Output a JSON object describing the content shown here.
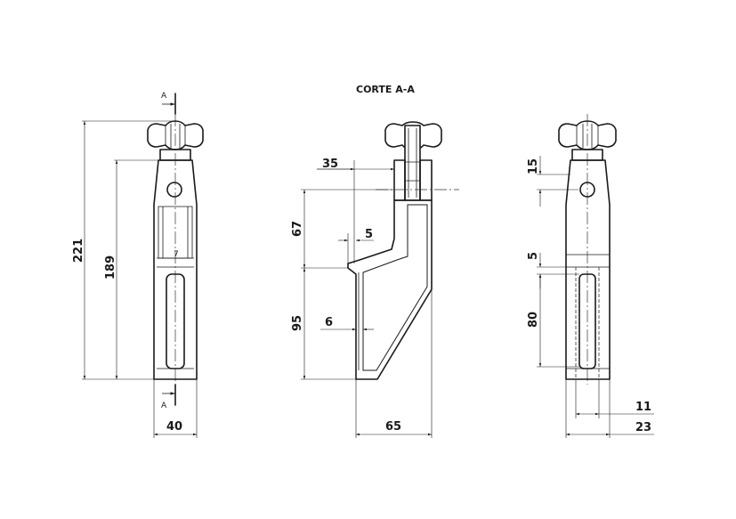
{
  "section_title": "CORTE A-A",
  "section_marker": "A",
  "front_view": {
    "overall_height": "221",
    "body_height": "189",
    "width": "40",
    "slot_marker": "7"
  },
  "section_view": {
    "handle_offset": "35",
    "upper_height": "67",
    "step": "5",
    "lower_height": "95",
    "wall": "6",
    "depth": "65"
  },
  "side_view": {
    "hole_position": "15",
    "collar": "5",
    "slot_length": "80",
    "inner_width": "11",
    "outer_width": "23"
  }
}
